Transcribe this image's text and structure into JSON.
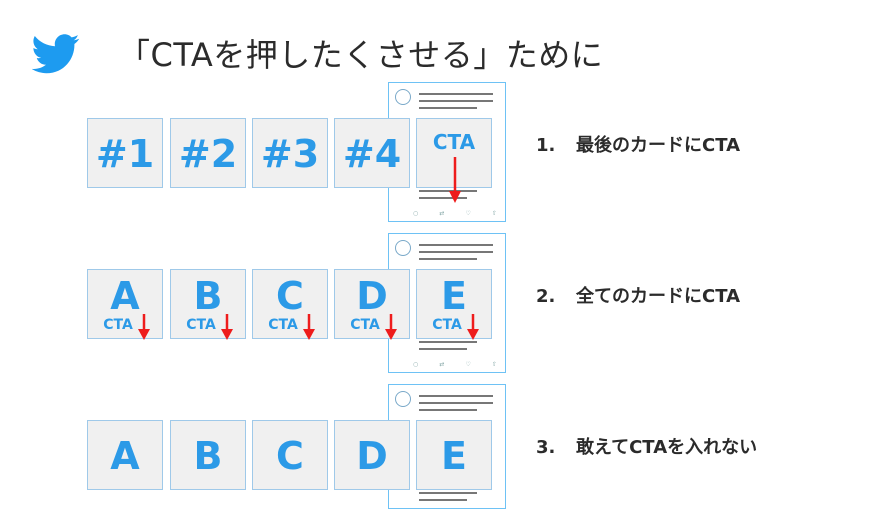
{
  "title": "「CTAを押したくさせる」ために",
  "colors": {
    "accent": "#2c9ae7",
    "arrow": "#ee1c1c",
    "card_bg": "#f0f0f0",
    "phone_border": "#6ec2f5"
  },
  "icons": {
    "logo": "twitter-bird-icon",
    "arrow": "arrow-down-icon"
  },
  "rows": [
    {
      "cards": [
        "#1",
        "#2",
        "#3",
        "#4"
      ],
      "last_card_label": "CTA",
      "description_number": "1.",
      "description_text": "最後のカードにCTA"
    },
    {
      "cards": [
        "A",
        "B",
        "C",
        "D",
        "E"
      ],
      "cta_label": "CTA",
      "description_number": "2.",
      "description_text": "全てのカードにCTA"
    },
    {
      "cards": [
        "A",
        "B",
        "C",
        "D",
        "E"
      ],
      "description_number": "3.",
      "description_text": "敢えてCTAを入れない"
    }
  ]
}
